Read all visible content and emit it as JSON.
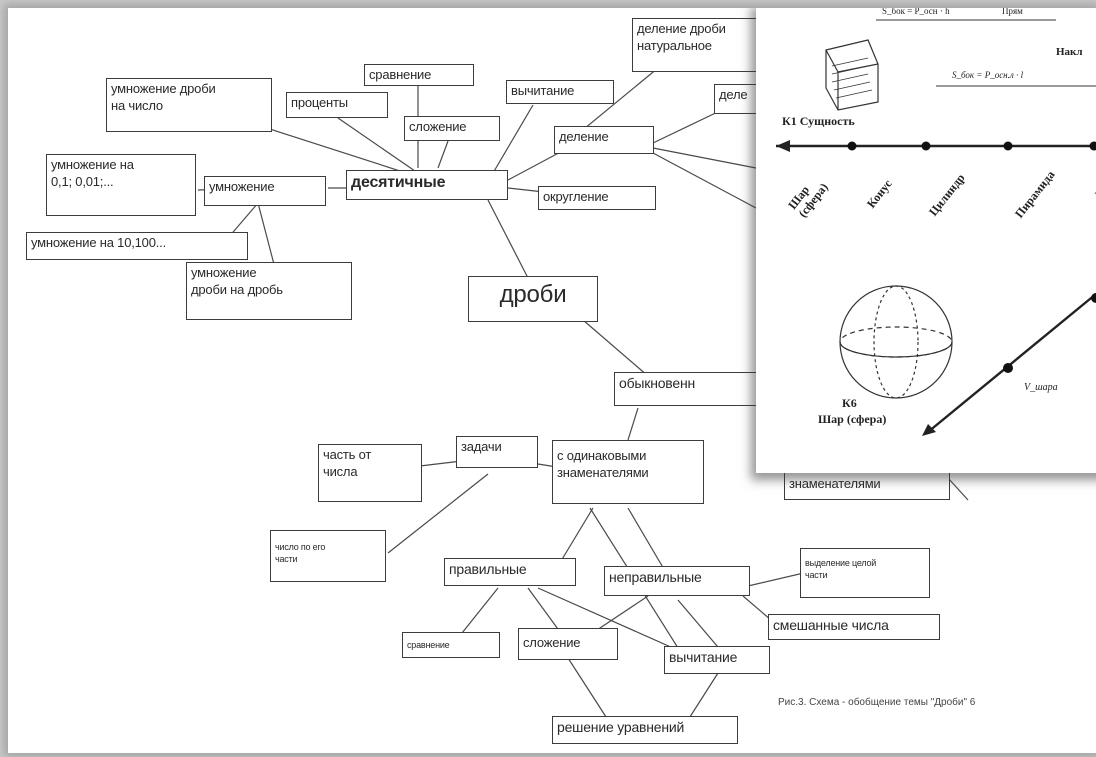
{
  "concept_map": {
    "central": "дроби",
    "decimal": {
      "label": "десятичные",
      "nodes": {
        "mul_number": "умножение дроби\nна число",
        "percents": "проценты",
        "compare": "сравнение",
        "add": "сложение",
        "subtract": "вычитание",
        "divide_natural": "деление дроби\nнатуральное",
        "divide": "деление",
        "dele_cut": "деле",
        "rounding": "округление",
        "multiply": "умножение",
        "mul_001": "умножение на\n0,1; 0,01;...",
        "mul_10": "умножение на 10,100...",
        "mul_fraction": "умножение\nдроби на дробь"
      }
    },
    "ordinary": {
      "label": "обыкновенн",
      "nodes": {
        "tasks": "задачи",
        "part_of_number": "часть от\nчисла",
        "number_by_part": "число по его\nчасти",
        "same_denominators": "с одинаковыми\nзнаменателями",
        "denominators_cut": "знаменателями",
        "proper": "правильные",
        "improper": "неправильные",
        "whole_part": "выделение целой\nчасти",
        "mixed": "смешанные числа",
        "compare": "сравнение",
        "add": "сложение",
        "subtract": "вычитание",
        "equations": "решение уравнений"
      }
    },
    "caption": "Рис.3. Схема - обобщение темы \"Дроби\" 6"
  },
  "overlay": {
    "formula_top": "S_бок = P_осн · h",
    "formula_top_tail": "Прям",
    "label_right": "Накл",
    "formula_mid": "S_бок = P_осн.л · l",
    "axis_title": "К1  Сущность",
    "axis_points": [
      "Шар\n(сфера)",
      "Конус",
      "Цилиндр",
      "Пирамида",
      "П"
    ],
    "sphere_code": "К6",
    "sphere_name": "Шар (сфера)",
    "volume_label": "V_шара"
  }
}
